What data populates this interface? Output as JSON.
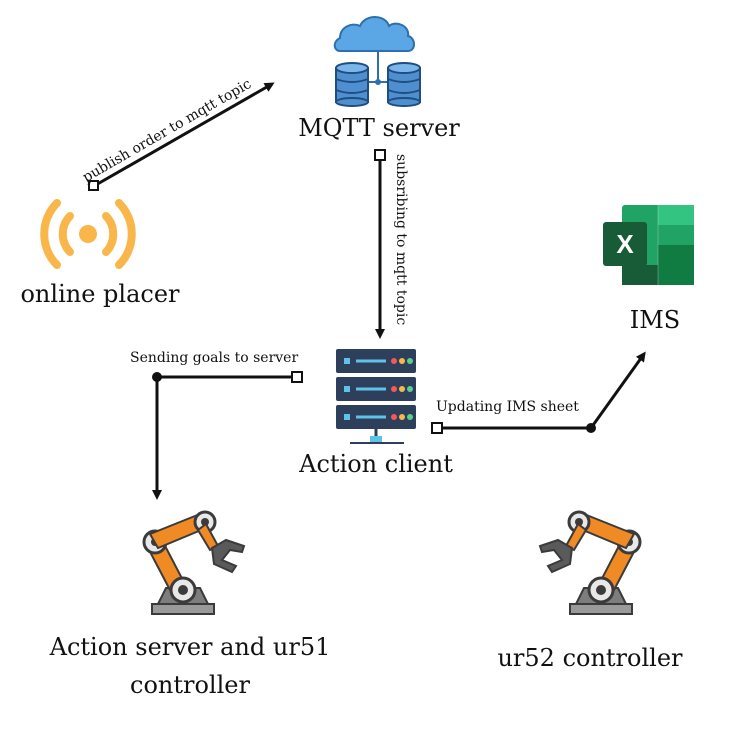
{
  "nodes": {
    "mqtt_server": {
      "label": "MQTT server",
      "icon": "cloud-database-icon"
    },
    "online_placer": {
      "label": "online placer",
      "icon": "broadcast-signal-icon"
    },
    "action_client": {
      "label": "Action client",
      "icon": "server-rack-icon"
    },
    "ims": {
      "label": "IMS",
      "icon": "excel-icon",
      "icon_text": "X"
    },
    "action_server": {
      "label_line1": "Action server and ur51",
      "label_line2": "controller",
      "icon": "robot-arm-icon"
    },
    "ur52": {
      "label": "ur52 controller",
      "icon": "robot-arm-icon"
    }
  },
  "edges": {
    "publish": {
      "label": "publish order to mqtt topic"
    },
    "subscribe": {
      "label": "subsribing to mqtt topic"
    },
    "goals": {
      "label": "Sending goals to server"
    },
    "update": {
      "label": "Updating IMS sheet"
    }
  },
  "colors": {
    "signal": "#F9B64A",
    "cloud": "#5BA7E6",
    "database": "#2E6FAD",
    "server": "#2D3F5A",
    "server_stripe": "#5FC3E8",
    "excel_dark": "#185C37",
    "excel_mid": "#21A366",
    "excel_light": "#33C481",
    "robot_orange": "#F08A24",
    "robot_dark": "#3B3B3B",
    "robot_base": "#9A9A9A"
  }
}
